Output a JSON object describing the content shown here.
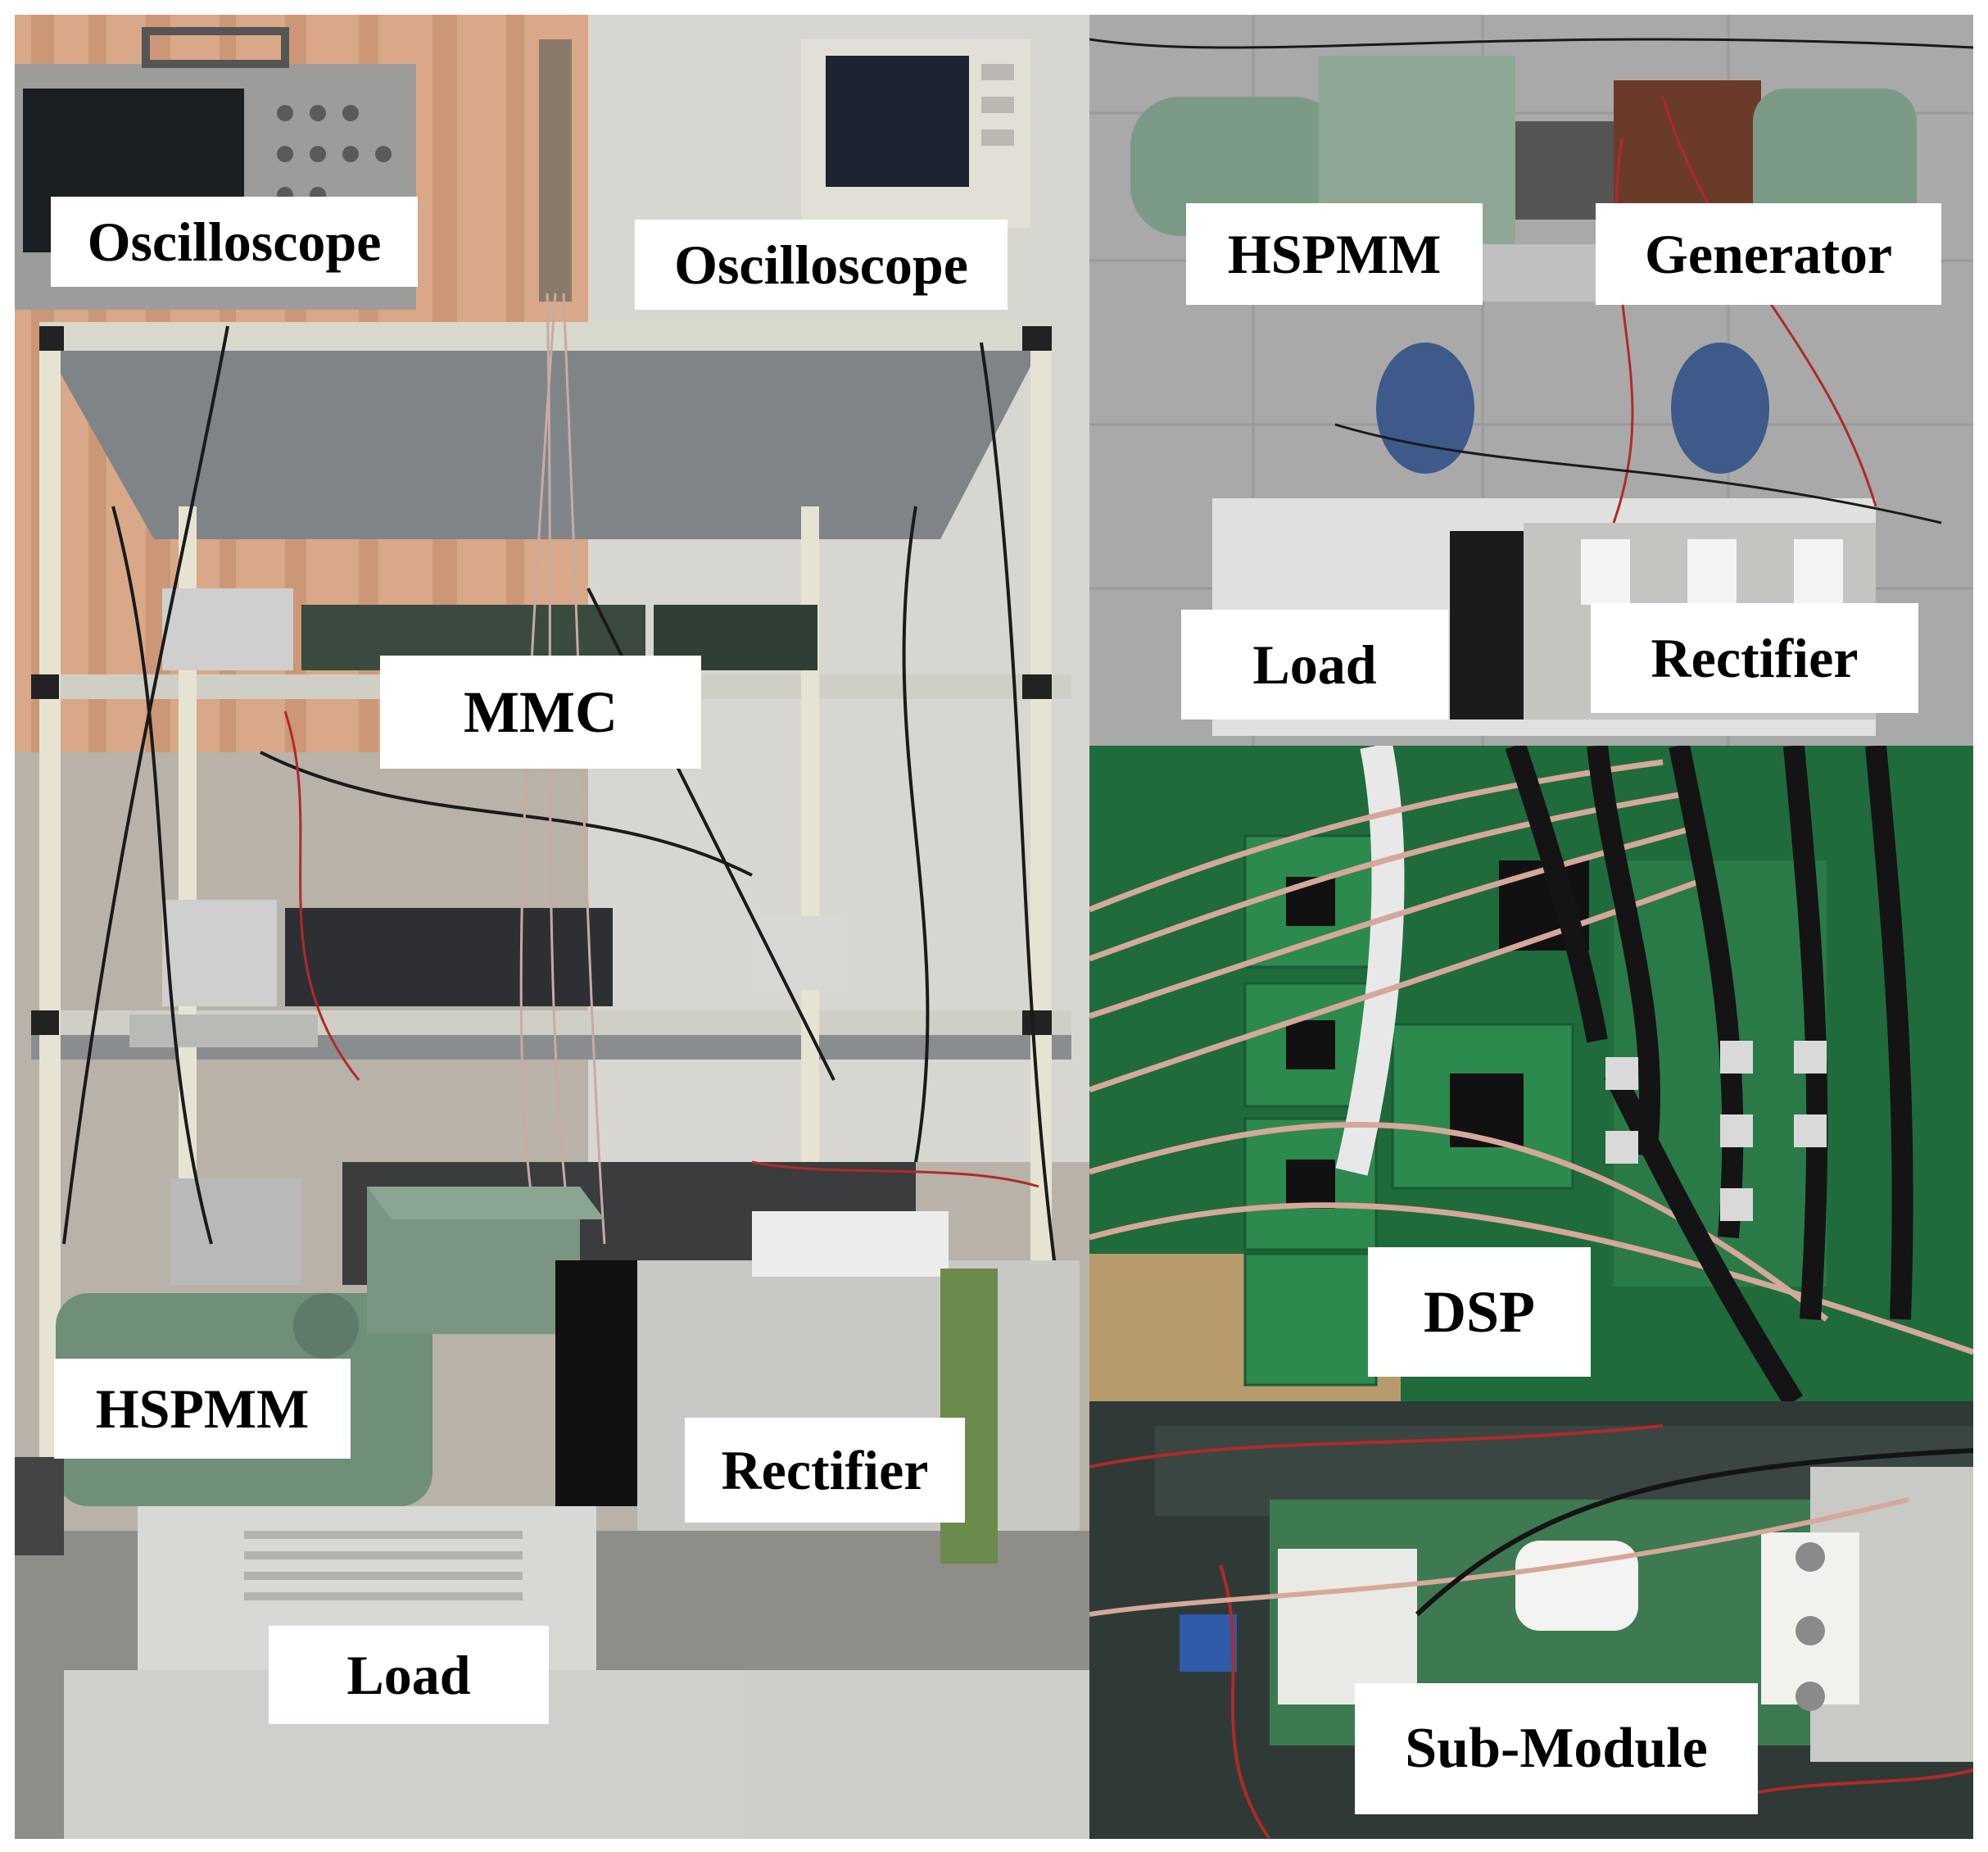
{
  "panels": {
    "main": {
      "labels": {
        "oscilloscope_left": "Oscilloscope",
        "oscilloscope_right": "Oscilloscope",
        "mmc": "MMC",
        "hspmm": "HSPMM",
        "rectifier": "Rectifier",
        "load": "Load"
      }
    },
    "motor": {
      "labels": {
        "hspmm": "HSPMM",
        "generator": "Generator",
        "load": "Load",
        "rectifier": "Rectifier"
      }
    },
    "dsp": {
      "labels": {
        "dsp": "DSP"
      }
    },
    "submodule": {
      "labels": {
        "submodule": "Sub-Module"
      }
    }
  },
  "colors": {
    "label_background": "#ffffff",
    "label_text": "#000000",
    "pcb_green": "#1f6b3c",
    "cable_black": "#1a1a1a",
    "motor_green": "#6f8f78",
    "floor_gray": "#a9a9a9"
  }
}
